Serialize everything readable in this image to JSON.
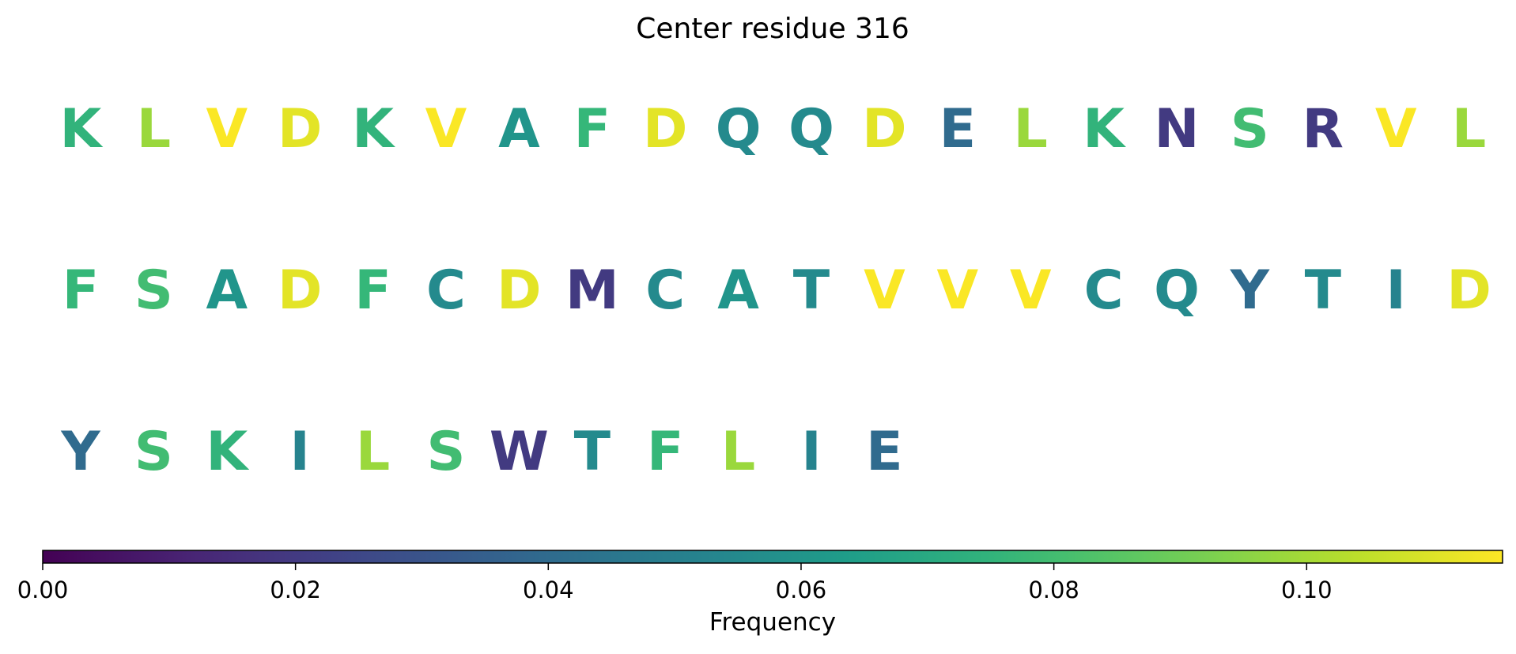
{
  "chart_data": {
    "type": "table",
    "title": "Center residue 316",
    "residues": [
      {
        "letter": "K",
        "value": 0.075
      },
      {
        "letter": "L",
        "value": 0.098
      },
      {
        "letter": "V",
        "value": 0.115
      },
      {
        "letter": "D",
        "value": 0.111
      },
      {
        "letter": "K",
        "value": 0.075
      },
      {
        "letter": "V",
        "value": 0.115
      },
      {
        "letter": "A",
        "value": 0.06
      },
      {
        "letter": "F",
        "value": 0.077
      },
      {
        "letter": "D",
        "value": 0.111
      },
      {
        "letter": "Q",
        "value": 0.055
      },
      {
        "letter": "Q",
        "value": 0.055
      },
      {
        "letter": "D",
        "value": 0.111
      },
      {
        "letter": "E",
        "value": 0.04
      },
      {
        "letter": "L",
        "value": 0.098
      },
      {
        "letter": "K",
        "value": 0.075
      },
      {
        "letter": "N",
        "value": 0.02
      },
      {
        "letter": "S",
        "value": 0.08
      },
      {
        "letter": "R",
        "value": 0.02
      },
      {
        "letter": "V",
        "value": 0.115
      },
      {
        "letter": "L",
        "value": 0.098
      },
      {
        "letter": "F",
        "value": 0.077
      },
      {
        "letter": "S",
        "value": 0.08
      },
      {
        "letter": "A",
        "value": 0.06
      },
      {
        "letter": "D",
        "value": 0.111
      },
      {
        "letter": "F",
        "value": 0.077
      },
      {
        "letter": "C",
        "value": 0.055
      },
      {
        "letter": "D",
        "value": 0.111
      },
      {
        "letter": "M",
        "value": 0.02
      },
      {
        "letter": "C",
        "value": 0.055
      },
      {
        "letter": "A",
        "value": 0.06
      },
      {
        "letter": "T",
        "value": 0.055
      },
      {
        "letter": "V",
        "value": 0.115
      },
      {
        "letter": "V",
        "value": 0.115
      },
      {
        "letter": "V",
        "value": 0.115
      },
      {
        "letter": "C",
        "value": 0.055
      },
      {
        "letter": "Q",
        "value": 0.055
      },
      {
        "letter": "Y",
        "value": 0.04
      },
      {
        "letter": "T",
        "value": 0.055
      },
      {
        "letter": "I",
        "value": 0.052
      },
      {
        "letter": "D",
        "value": 0.111
      },
      {
        "letter": "Y",
        "value": 0.04
      },
      {
        "letter": "S",
        "value": 0.08
      },
      {
        "letter": "K",
        "value": 0.075
      },
      {
        "letter": "I",
        "value": 0.052
      },
      {
        "letter": "L",
        "value": 0.098
      },
      {
        "letter": "S",
        "value": 0.08
      },
      {
        "letter": "W",
        "value": 0.02
      },
      {
        "letter": "T",
        "value": 0.055
      },
      {
        "letter": "F",
        "value": 0.077
      },
      {
        "letter": "L",
        "value": 0.098
      },
      {
        "letter": "I",
        "value": 0.052
      },
      {
        "letter": "E",
        "value": 0.04
      }
    ],
    "letters_per_row": 20,
    "colormap": "viridis",
    "colorbar": {
      "label": "Frequency",
      "range": [
        0,
        0.1155
      ],
      "ticks": [
        0.0,
        0.02,
        0.04,
        0.06,
        0.08,
        0.1
      ],
      "tick_labels": [
        "0.00",
        "0.02",
        "0.04",
        "0.06",
        "0.08",
        "0.10"
      ],
      "orientation": "horizontal",
      "placement": "bottom"
    },
    "grid": false
  }
}
